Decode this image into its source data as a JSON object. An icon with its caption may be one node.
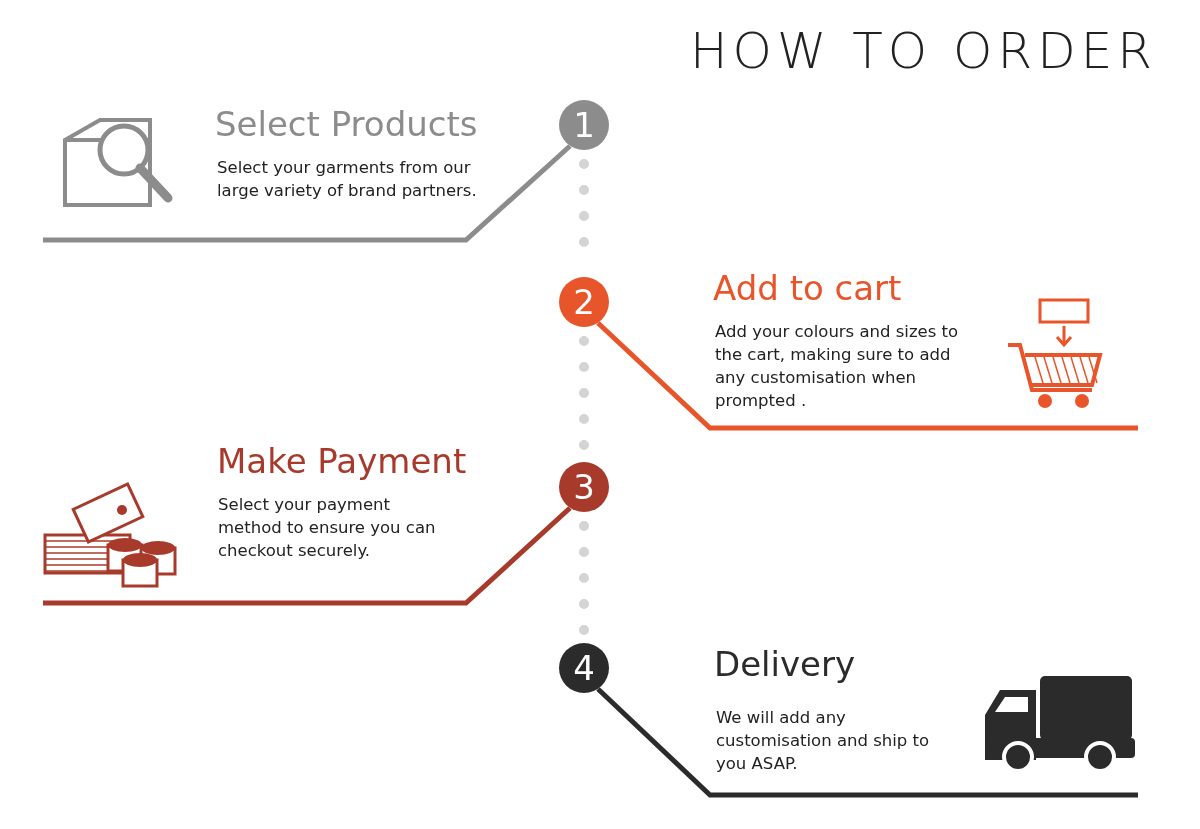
{
  "diagram": {
    "title": "HOW TO ORDER",
    "nodes": [
      {
        "text": [
          "1"
        ]
      },
      {
        "text": [
          "2"
        ]
      },
      {
        "text": [
          "3"
        ]
      },
      {
        "text": [
          "4"
        ]
      }
    ],
    "edges": [
      {
        "from": 0,
        "to": 1,
        "arrow": "none",
        "style": "dashed"
      },
      {
        "from": 1,
        "to": 2,
        "arrow": "none",
        "style": "dashed"
      },
      {
        "from": 2,
        "to": 3,
        "arrow": "none",
        "style": "dashed"
      }
    ],
    "labels": [
      "Select Products",
      "Select your garments from our large variety of brand partners.",
      "Add to cart",
      "Add your colours and sizes to the cart, making sure to add any customisation when prompted .",
      "Make Payment",
      "Select your payment method to ensure you can checkout securely.",
      "Delivery",
      "We will add any customisation and ship to you ASAP."
    ]
  }
}
